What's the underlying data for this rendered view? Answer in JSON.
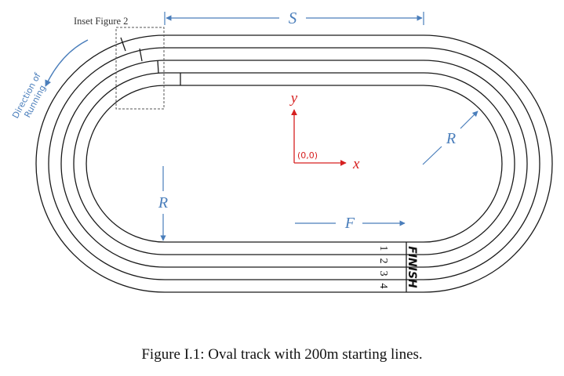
{
  "inset_label": "Inset Figure 2",
  "direction_label": [
    "Direction of",
    "Running"
  ],
  "dimension_s": "S",
  "dimension_r": "R",
  "dimension_f": "F",
  "axis_y": "y",
  "axis_x": "x",
  "origin_label": "(0,0)",
  "lane_numbers": [
    "1",
    "2",
    "3",
    "4"
  ],
  "finish_label": "FINISH",
  "caption": "Figure I.1: Oval track with 200m starting lines.",
  "colors": {
    "track": "#1a1a1a",
    "dimension_blue": "#4a7ebb",
    "axis_red": "#d62020",
    "inset_box": "#555555"
  }
}
